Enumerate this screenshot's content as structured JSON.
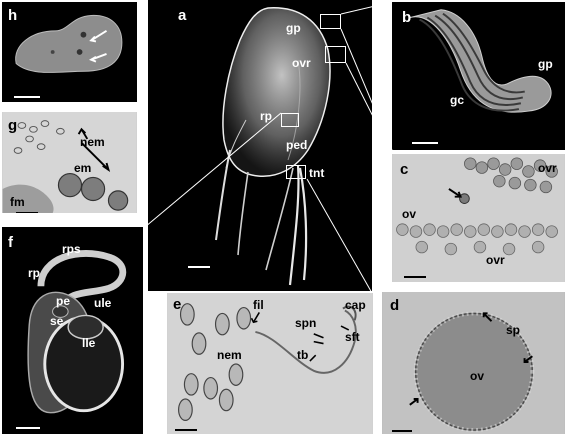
{
  "panels": {
    "a": {
      "label": "a",
      "annotations": {
        "gp": "gp",
        "ovr": "ovr",
        "rp": "rp",
        "ped": "ped",
        "tnt": "tnt"
      }
    },
    "b": {
      "label": "b",
      "annotations": {
        "gp": "gp",
        "gc": "gc"
      }
    },
    "c": {
      "label": "c",
      "annotations": {
        "ovr_top": "ovr",
        "ov": "ov",
        "ovr_bottom": "ovr"
      }
    },
    "d": {
      "label": "d",
      "annotations": {
        "sp": "sp",
        "ov": "ov"
      }
    },
    "e": {
      "label": "e",
      "annotations": {
        "fil": "fil",
        "cap": "cap",
        "spn": "spn",
        "sft": "sft",
        "nem": "nem",
        "tb": "tb"
      }
    },
    "f": {
      "label": "f",
      "annotations": {
        "rps": "rps",
        "rp": "rp",
        "pe": "pe",
        "ule": "ule",
        "se": "se",
        "lle": "lle"
      }
    },
    "g": {
      "label": "g",
      "annotations": {
        "nem": "nem",
        "em": "em",
        "fm": "fm"
      }
    },
    "h": {
      "label": "h",
      "annotations": {}
    }
  },
  "colors": {
    "dark_background": "#0a0a0a",
    "light_micrograph": "#c9c9c9",
    "line": "#ffffff"
  }
}
